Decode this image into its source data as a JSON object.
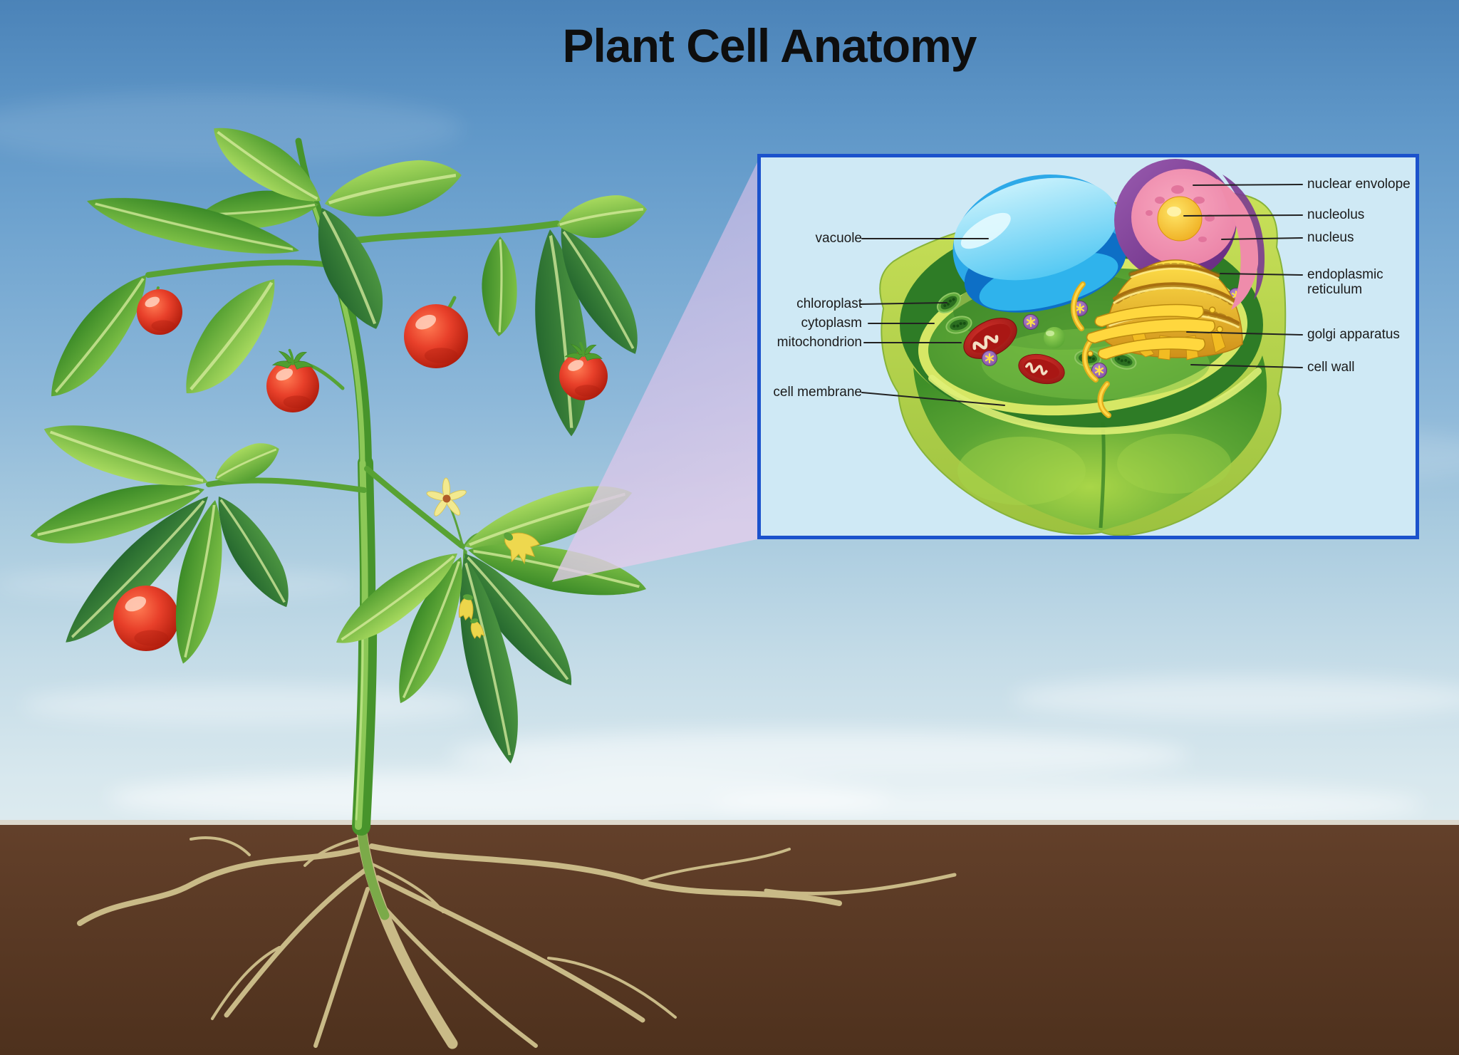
{
  "title": "Plant Cell Anatomy",
  "cell_diagram": {
    "labels_left": [
      "vacuole",
      "chloroplast",
      "cytoplasm",
      "mitochondrion",
      "cell membrane"
    ],
    "labels_right": [
      "nuclear envolope",
      "nucleolus",
      "nucleus",
      "endoplasmic reticulum",
      "golgi apparatus",
      "cell wall"
    ]
  },
  "scene_elements": {
    "plant": "tomato-plant-illustration",
    "magnifier_beam": "zoom-callout-beam",
    "ground": "soil-with-roots"
  },
  "colors": {
    "box_border": "#1b52cc",
    "box_background": "#cfe9f5",
    "beam_top": "#b5b1e0",
    "beam_bottom": "#e3cdeb",
    "sky_top": "#4b83b8",
    "sky_horizon": "#e9f1f2",
    "soil": "#5d3b26",
    "label_text": "#1b1b1b",
    "title_text": "#0e0e0e"
  }
}
